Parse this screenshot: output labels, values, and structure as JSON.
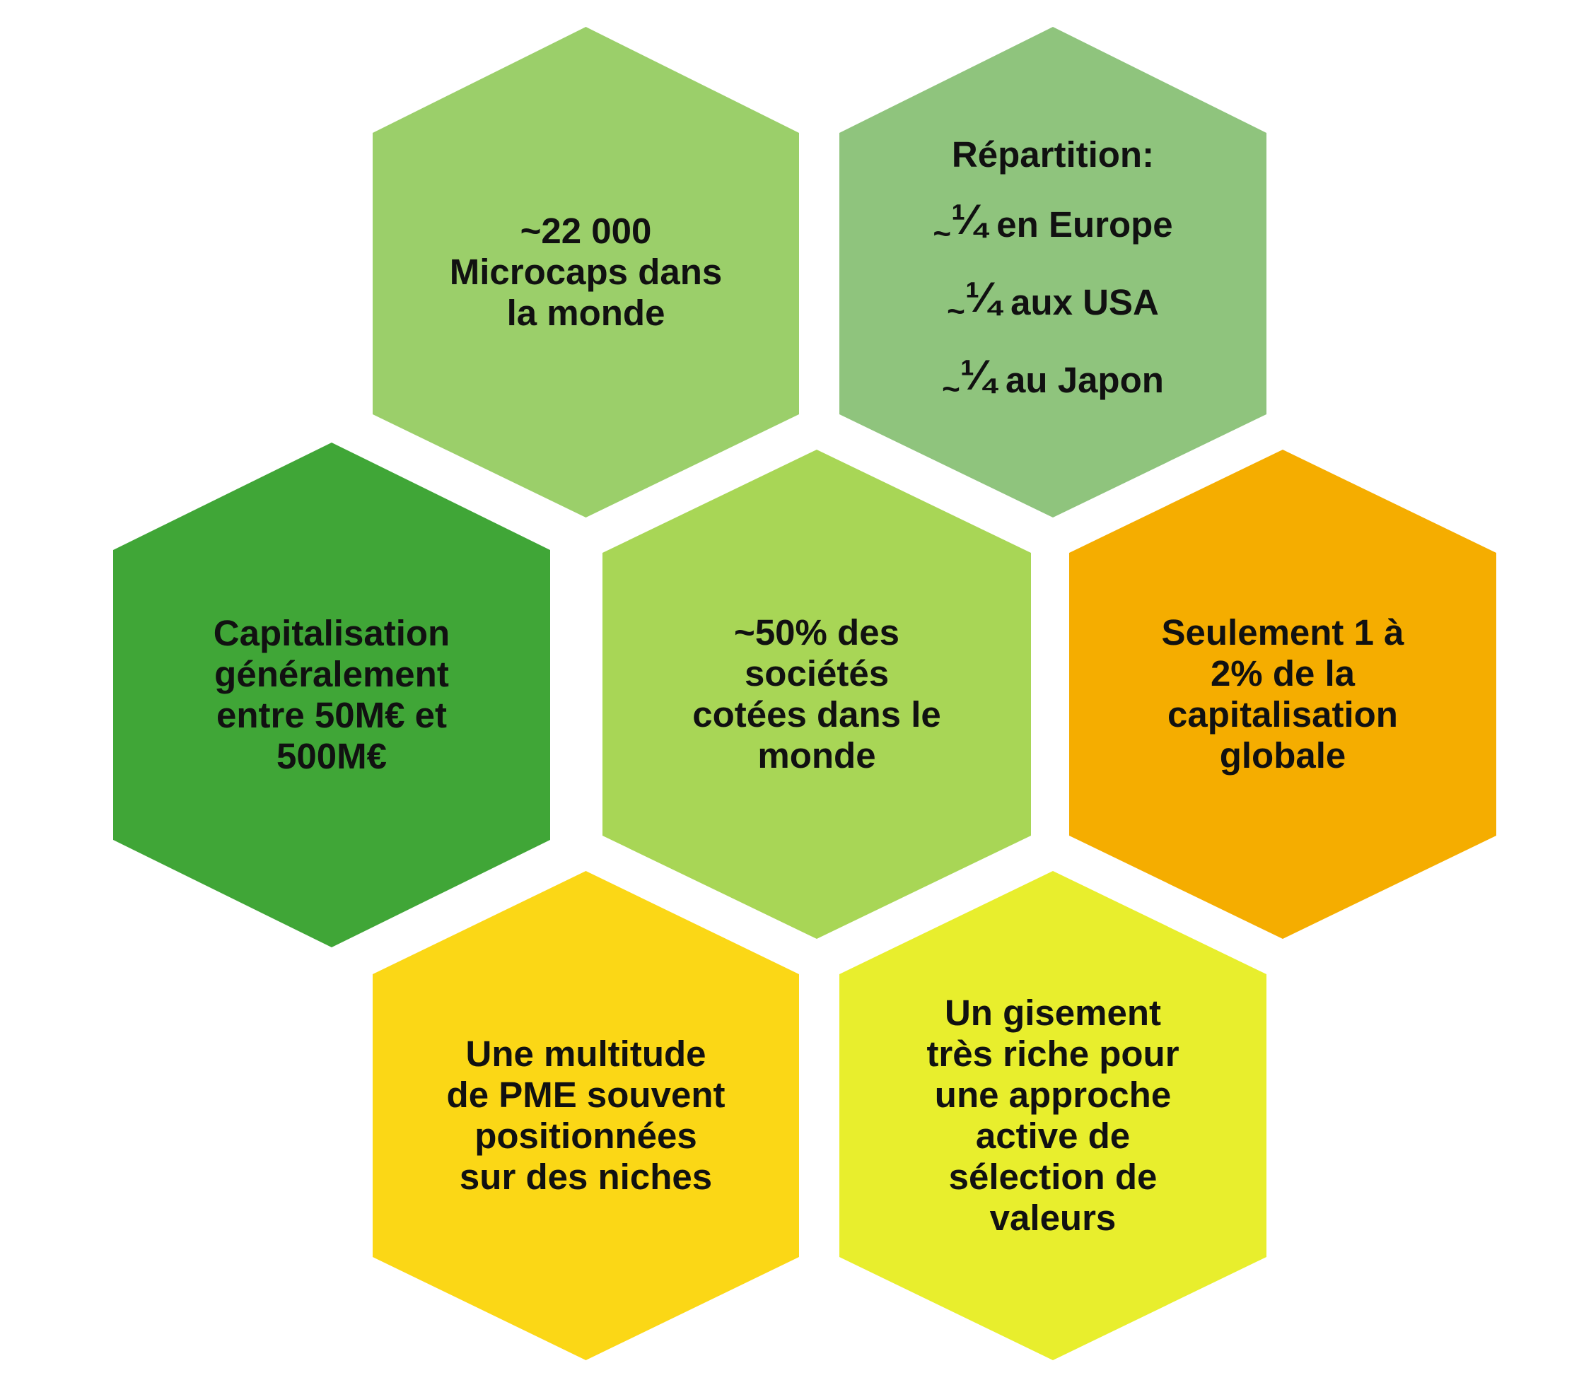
{
  "hexagons": [
    {
      "id": "microcaps-count",
      "color": "#9bcf6a",
      "lines": [
        "~22 000",
        "Microcaps dans",
        "la monde"
      ]
    },
    {
      "id": "distribution",
      "color": "#8fc47d",
      "title": "Répartition:",
      "items": [
        {
          "tilde": "~",
          "fraction": "¼",
          "text": " en Europe"
        },
        {
          "tilde": "~",
          "fraction": "¼",
          "text": " aux USA"
        },
        {
          "tilde": "~",
          "fraction": "¼",
          "text": " au Japon"
        }
      ]
    },
    {
      "id": "capitalisation",
      "color": "#40a637",
      "lines": [
        "Capitalisation",
        "généralement",
        "entre 50M€ et",
        "500M€"
      ]
    },
    {
      "id": "listed-share",
      "color": "#a8d656",
      "lines": [
        "~50% des",
        "sociétés",
        "cotées dans le",
        "monde"
      ]
    },
    {
      "id": "global-cap",
      "color": "#f5ad00",
      "lines": [
        "Seulement 1 à",
        "2% de la",
        "capitalisation",
        "globale"
      ]
    },
    {
      "id": "sme-niches",
      "color": "#fbd716",
      "lines": [
        "Une multitude",
        "de PME souvent",
        "positionnées",
        "sur des niches"
      ]
    },
    {
      "id": "active-selection",
      "color": "#e8ee2d",
      "lines": [
        "Un gisement",
        "très riche pour",
        "une approche",
        "active de",
        "sélection de",
        "valeurs"
      ]
    }
  ]
}
